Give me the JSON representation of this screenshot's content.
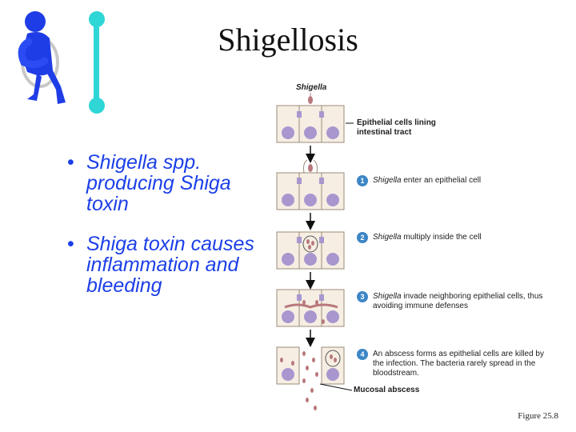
{
  "slide": {
    "title": "Shigellosis",
    "bullets": [
      "Shigella spp. producing Shiga toxin",
      "Shiga toxin causes inflammation and bleeding"
    ],
    "figure_caption": "Figure 25.8"
  },
  "figure": {
    "top_label": "Shigella",
    "cells_label": "Epithelial cells lining intestinal tract",
    "steps": [
      {
        "number": "1",
        "italic": "Shigella",
        "text": " enter an epithelial cell"
      },
      {
        "number": "2",
        "italic": "Shigella",
        "text": " multiply inside the cell"
      },
      {
        "number": "3",
        "italic": "Shigella",
        "text": " invade neighboring epithelial cells, thus avoiding immune defenses"
      },
      {
        "number": "4",
        "italic": "",
        "text": "An abscess forms as epithelial cells are killed by the infection. The bacteria rarely spread in the bloodstream."
      }
    ],
    "abscess_label": "Mucosal abscess"
  },
  "colors": {
    "title": "#111111",
    "bullet_text": "#1c3fe8",
    "cell_fill": "#f6eee3",
    "cell_border": "#9b8c7a",
    "nucleus": "#a897cf",
    "bacteria": "#b8787c",
    "step_badge": "#3c86c6",
    "icon_bar": "#2fd6d6",
    "person": "#1f3de6"
  }
}
